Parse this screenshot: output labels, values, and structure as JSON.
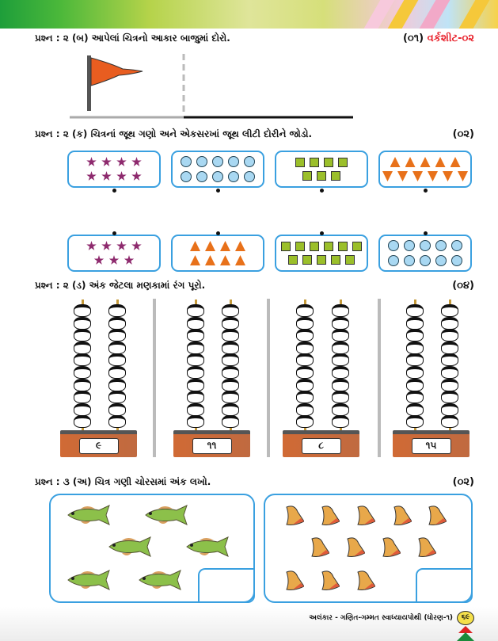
{
  "questions": [
    {
      "text": "પ્રશ્ન : ૨ (બ) આપેલાં ચિત્રનો આકાર બાજુમાં દોરો.",
      "marks": "(૦૧)",
      "worksheet": "વર્કશીટ-૦૨"
    },
    {
      "text": "પ્રશ્ન : ૨ (ક) ચિત્રનાં જૂથ ગણો અને એકસરખાં જૂથ લીટી દોરીને જોડો.",
      "marks": "(૦૨)"
    },
    {
      "text": "પ્રશ્ન : ૨ (ડ) અંક જેટલા મણકામાં રંગ પૂરો.",
      "marks": "(૦૪)"
    },
    {
      "text": "પ્રશ્ન : ૩ (અ) ચિત્ર ગણી ચોરસમાં અંક લખો.",
      "marks": "(૦૨)"
    }
  ],
  "match_top": [
    {
      "shape": "star",
      "rows": [
        4,
        4
      ]
    },
    {
      "shape": "circ",
      "rows": [
        5,
        5
      ]
    },
    {
      "shape": "sq",
      "rows": [
        4,
        3
      ]
    },
    {
      "shape": "tri",
      "rows": [
        5,
        6
      ],
      "second_down": true
    }
  ],
  "match_bottom": [
    {
      "shape": "star",
      "rows": [
        4,
        3
      ]
    },
    {
      "shape": "tri",
      "rows": [
        4,
        4
      ]
    },
    {
      "shape": "sq",
      "rows": [
        6,
        5
      ]
    },
    {
      "shape": "circ",
      "rows": [
        5,
        5
      ]
    }
  ],
  "abacus": {
    "beads_per_rod": 10,
    "labels": [
      "૯",
      "૧૧",
      "૮",
      "૧૫"
    ]
  },
  "count": {
    "fish": 6,
    "bells": 12
  },
  "colors": {
    "accent": "#3aa0e0",
    "flag": "#e85d20",
    "worksheet_red": "#e8202a"
  },
  "footer": {
    "text": "અલંકાર - ગણિત-ગમ્મત સ્વાધ્યાયપોથી (ધોરણ-૧)",
    "page": "૬૯"
  }
}
